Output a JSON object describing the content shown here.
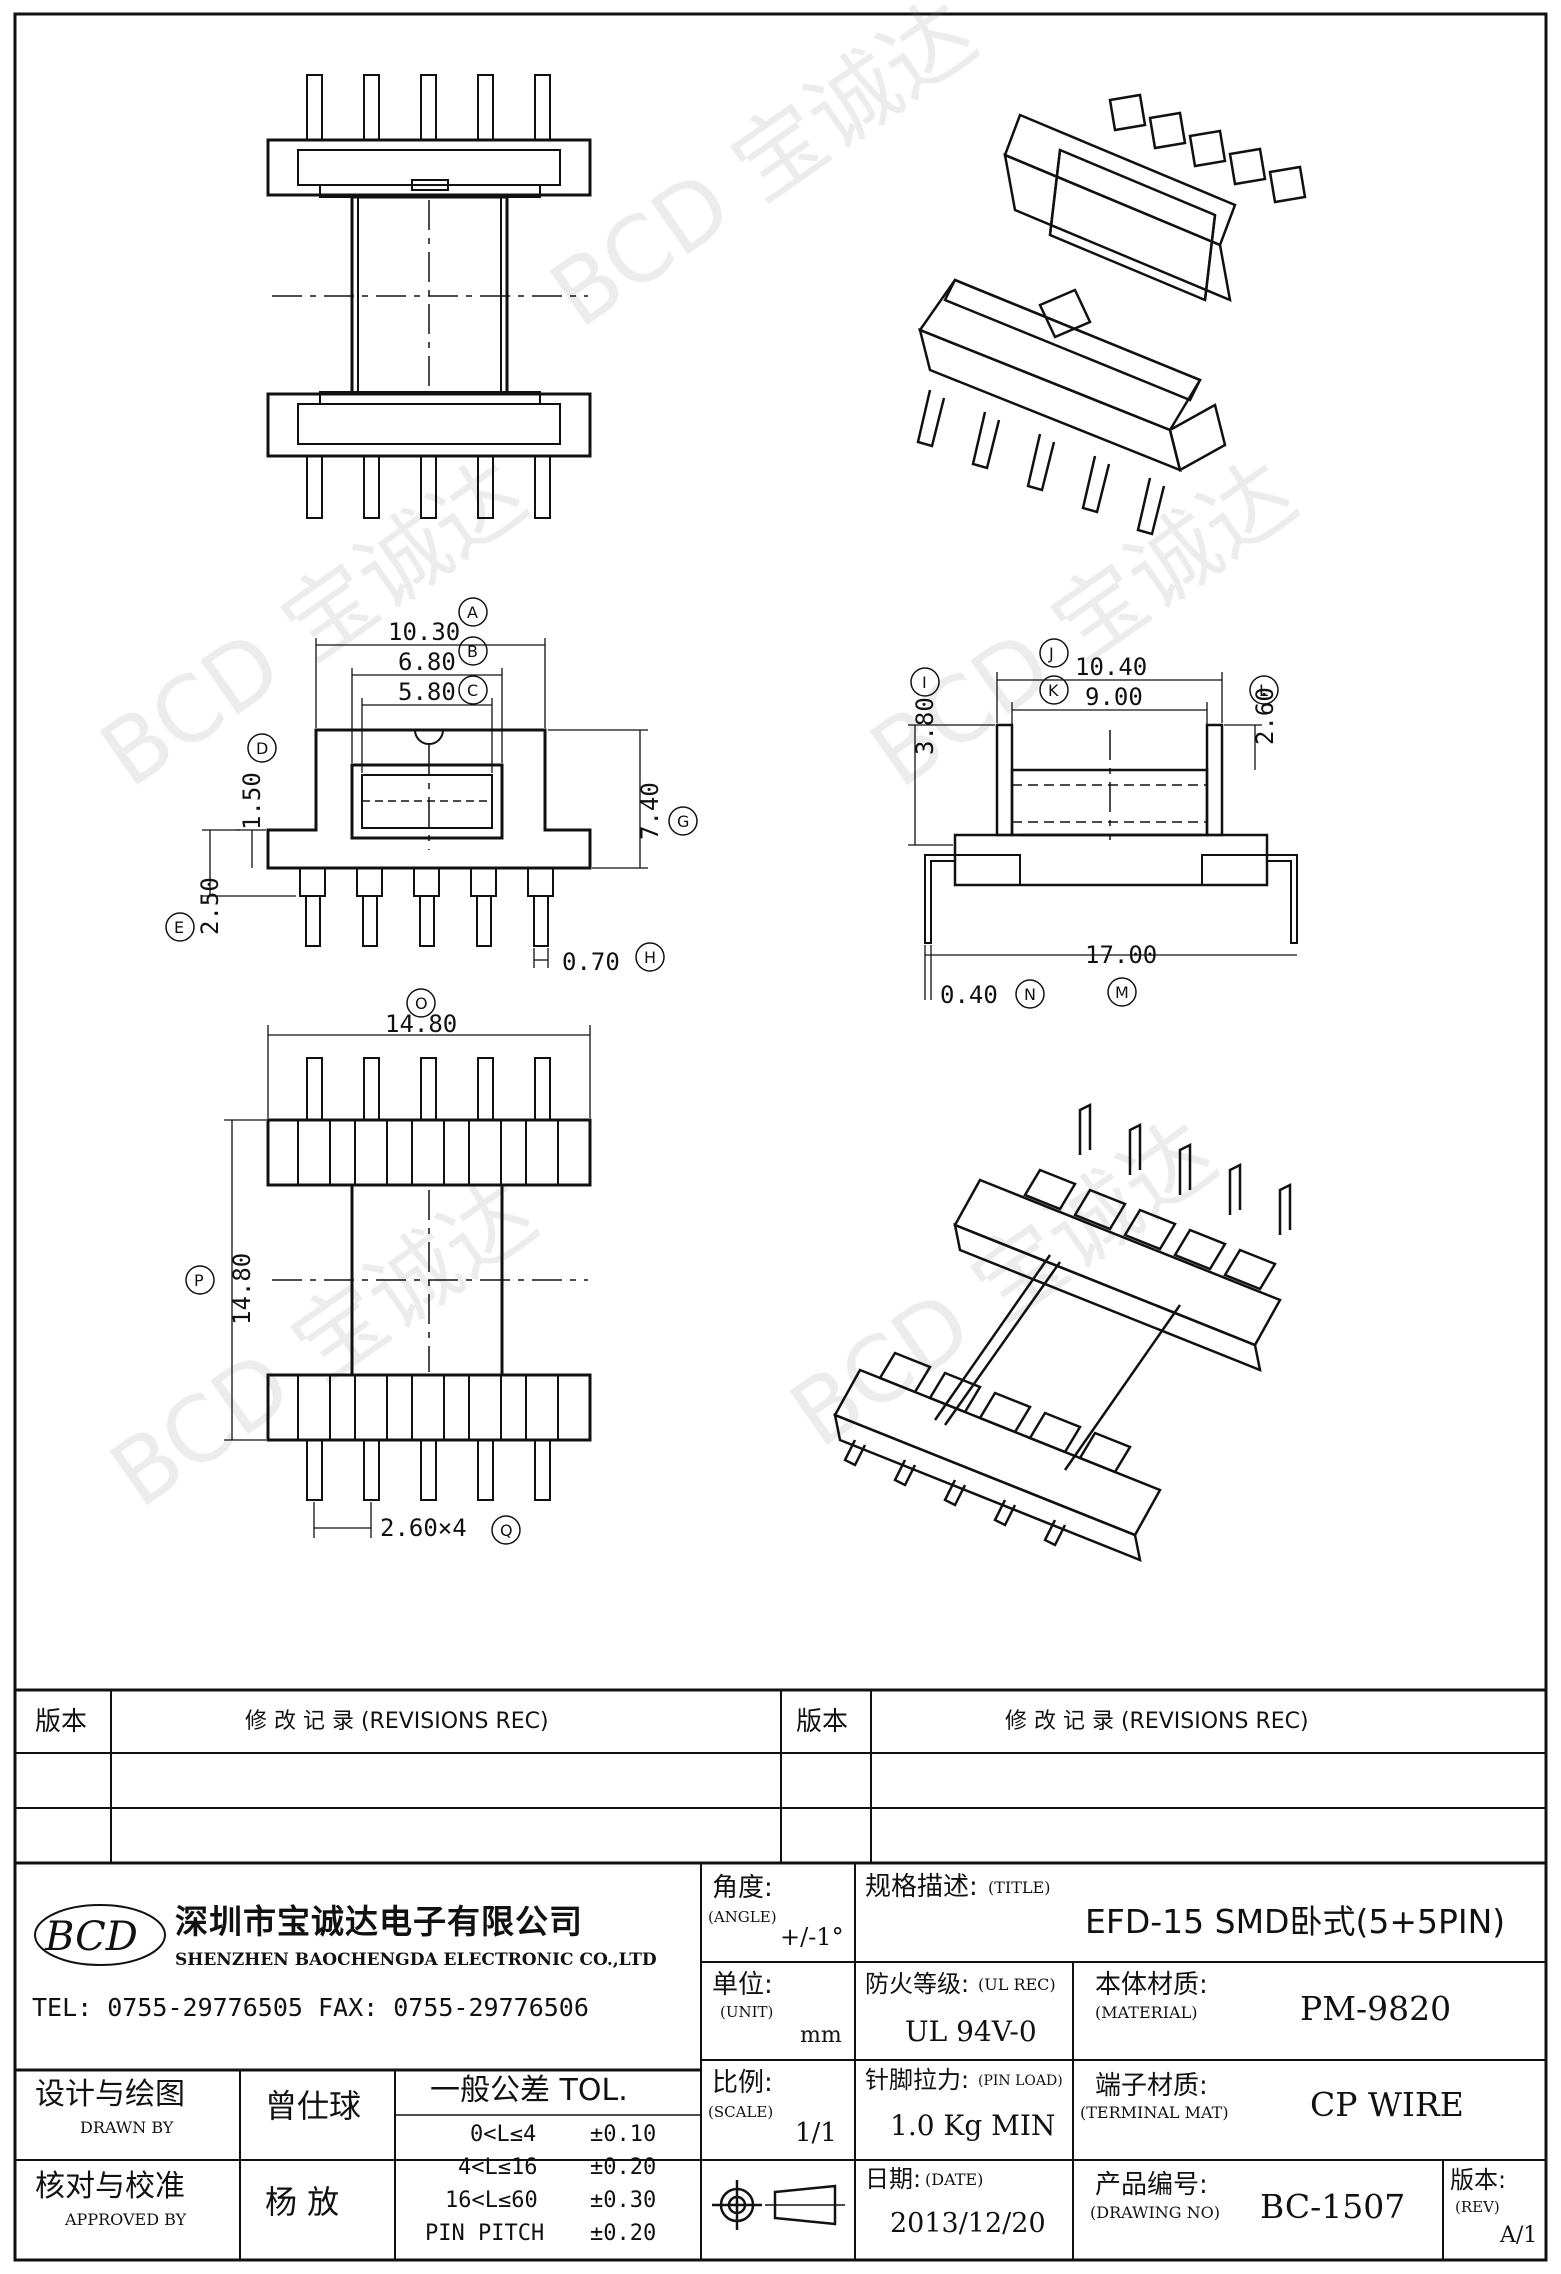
{
  "watermark": "BCD 宝诚达",
  "dimensions": {
    "A": "10.30",
    "B": "6.80",
    "C": "5.80",
    "D": "1.50",
    "E": "2.50",
    "G": "7.40",
    "H": "0.70",
    "J": "10.40",
    "K": "9.00",
    "I": "3.80",
    "L": "2.60",
    "M": "17.00",
    "N": "0.40",
    "O": "14.80",
    "P": "14.80",
    "Q": "2.60×4"
  },
  "callouts": [
    "A",
    "B",
    "C",
    "D",
    "E",
    "G",
    "H",
    "I",
    "J",
    "K",
    "L",
    "M",
    "N",
    "O",
    "P",
    "Q"
  ],
  "revisions": {
    "left_version_header": "版本",
    "left_record_header": "修 改 记 录 (REVISIONS REC)",
    "right_version_header": "版本",
    "right_record_header": "修 改 记 录 (REVISIONS REC)"
  },
  "company": {
    "logo_text": "BCD",
    "name_cn": "深圳市宝诚达电子有限公司",
    "name_en": "SHENZHEN BAOCHENGDA ELECTRONIC CO.,LTD",
    "contact": "TEL: 0755-29776505  FAX: 0755-29776506"
  },
  "title_block": {
    "angle_label": "角度:",
    "angle_label_en": "(ANGLE)",
    "angle_value": "+/-1°",
    "unit_label": "单位:",
    "unit_label_en": "(UNIT)",
    "unit_value": "mm",
    "scale_label": "比例:",
    "scale_label_en": "(SCALE)",
    "scale_value": "1/1",
    "title_label": "规格描述:",
    "title_label_en": "(TITLE)",
    "title_value": "EFD-15 SMD卧式(5+5PIN)",
    "ul_label": "防火等级:",
    "ul_label_en": "(UL REC)",
    "ul_value": "UL 94V-0",
    "material_label": "本体材质:",
    "material_label_en": "(MATERIAL)",
    "material_value": "PM-9820",
    "pinload_label": "针脚拉力:",
    "pinload_label_en": "(PIN LOAD)",
    "pinload_value": "1.0 Kg MIN",
    "terminal_label": "端子材质:",
    "terminal_label_en": "(TERMINAL MAT)",
    "terminal_value": "CP WIRE",
    "date_label": "日期:",
    "date_label_en": "(DATE)",
    "date_value": "2013/12/20",
    "drawing_no_label": "产品编号:",
    "drawing_no_label_en": "(DRAWING NO)",
    "drawing_no_value": "BC-1507",
    "rev_label": "版本:",
    "rev_label_en": "(REV)",
    "rev_value": "A/1",
    "drawn_label": "设计与绘图",
    "drawn_label_en": "DRAWN BY",
    "drawn_value": "曾仕球",
    "approved_label": "核对与校准",
    "approved_label_en": "APPROVED BY",
    "approved_value": "杨  放",
    "tol_header": "一般公差 TOL.",
    "tolerances": [
      {
        "range": "0<L≤4",
        "tol": "±0.10"
      },
      {
        "range": "4<L≤16",
        "tol": "±0.20"
      },
      {
        "range": "16<L≤60",
        "tol": "±0.30"
      },
      {
        "range": "PIN PITCH",
        "tol": "±0.20"
      }
    ]
  }
}
